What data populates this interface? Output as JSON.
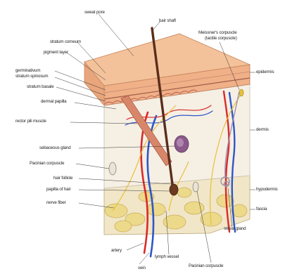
{
  "labels": {
    "sweat_pore": "sweat pore",
    "hair_shaft": "hair shaft",
    "meissner": "Meissner's corpuscle",
    "meissner_sub": "(tactile corpuscle)",
    "stratum_corneum": "stratum corneum",
    "pigment_layer": "pigment layer",
    "germinativum": "germinativum",
    "stratum_spinosum": "stratum spinosum",
    "stratum_basale": "stratum basale",
    "dermal_papilla": "dermal papilla",
    "rector_pili": "rector pili muscle",
    "sebaceous_gland": "sebaceous gland",
    "pacinian_left": "Pacinian corpuscle",
    "hair_follicle": "hair follicle",
    "papilla_of_hair": "papilla of hair",
    "nerve_fiber": "nerve fiber",
    "epidermis": "epidermis",
    "dermis": "dermis",
    "hypodermis": "hypodermis",
    "fascia": "fascia",
    "sweat_gland": "sweat gland",
    "artery": "artery",
    "lymph_vessel": "lymph vessel",
    "vein": "vein",
    "pacinian_bottom": "Pacinian corpuscle"
  },
  "colors": {
    "skin_surface": "#f4c29a",
    "epidermis_front": "#f0b088",
    "dermis": "#f6efe4",
    "hypodermis": "#f1e6c8",
    "fat": "#ecd98a",
    "fat_edge": "#c9b060",
    "artery": "#d92a2a",
    "vein": "#2f57c8",
    "nerve": "#e6c23a",
    "hair": "#5a2e1a",
    "muscle": "#d8866a",
    "gland": "#8a5a8a"
  }
}
